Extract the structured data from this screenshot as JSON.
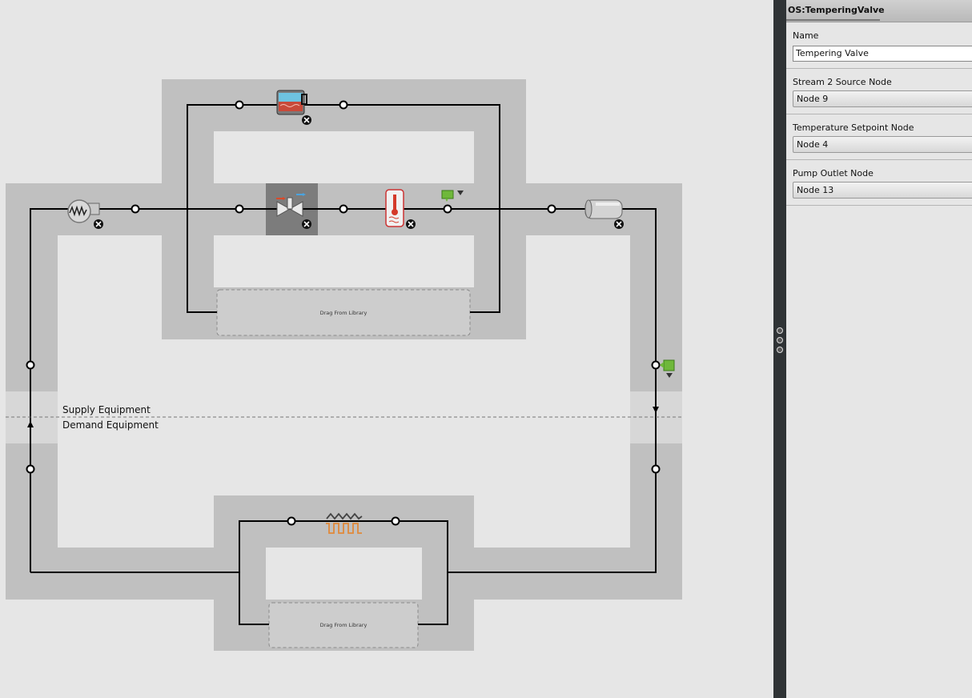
{
  "canvas": {
    "supply_label": "Supply Equipment",
    "demand_label": "Demand Equipment",
    "drag_supply": "Drag From Library",
    "drag_demand": "Drag From Library"
  },
  "inspector": {
    "title": "OS:TemperingValve",
    "name_label": "Name",
    "name_value": "Tempering Valve",
    "stream2_label": "Stream 2 Source Node",
    "stream2_value": "Node 9",
    "setpoint_label": "Temperature Setpoint Node",
    "setpoint_value": "Node 4",
    "pump_label": "Pump Outlet Node",
    "pump_value": "Node 13"
  },
  "colors": {
    "pipe": "#000000",
    "drop_zone": "#c0c0c0",
    "canvas_bg": "#e6e6e6",
    "selected": "#7c7c7c",
    "panel_dark": "#2f3335"
  }
}
